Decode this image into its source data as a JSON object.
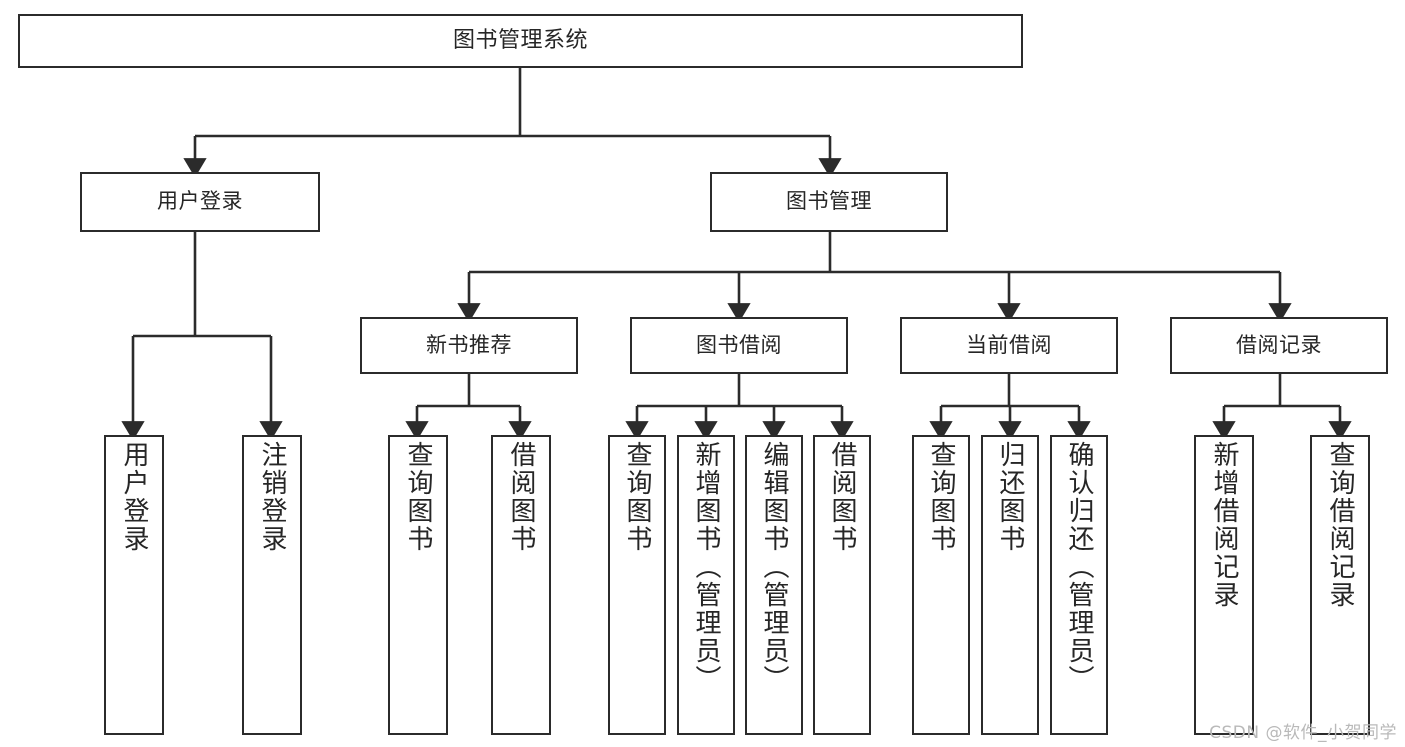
{
  "diagram": {
    "type": "tree-hierarchy",
    "title": "图书管理系统",
    "watermark": "CSDN @软件_小贺同学",
    "line_color": "#2b2b2b",
    "text_color": "#262626",
    "background": "#ffffff",
    "root": {
      "label": "图书管理系统"
    },
    "level2": [
      {
        "label": "用户登录"
      },
      {
        "label": "图书管理"
      }
    ],
    "level3": [
      {
        "label": "新书推荐"
      },
      {
        "label": "图书借阅"
      },
      {
        "label": "当前借阅"
      },
      {
        "label": "借阅记录"
      }
    ],
    "leaves": {
      "user_login": [
        {
          "label": "用户登录"
        },
        {
          "label": "注销登录"
        }
      ],
      "new_book_recommend": [
        {
          "label": "查询图书"
        },
        {
          "label": "借阅图书"
        }
      ],
      "book_borrow": [
        {
          "label": "查询图书"
        },
        {
          "label": "新增图书（管理员）"
        },
        {
          "label": "编辑图书（管理员）"
        },
        {
          "label": "借阅图书"
        }
      ],
      "current_borrow": [
        {
          "label": "查询图书"
        },
        {
          "label": "归还图书"
        },
        {
          "label": "确认归还（管理员）"
        }
      ],
      "borrow_record": [
        {
          "label": "新增借阅记录"
        },
        {
          "label": "查询借阅记录"
        }
      ]
    }
  }
}
